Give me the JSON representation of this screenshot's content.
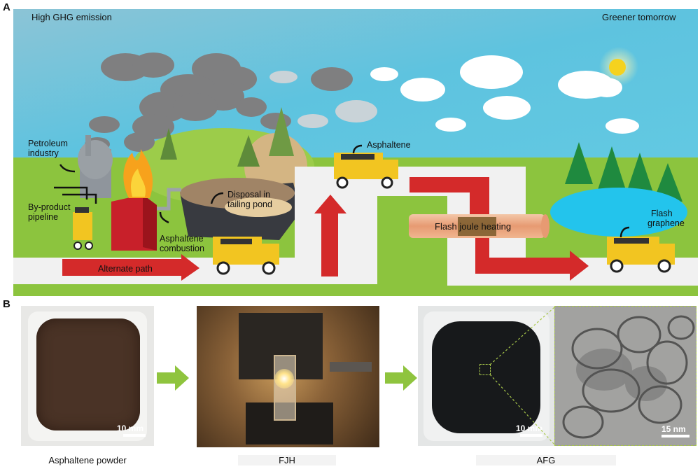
{
  "panel_a": {
    "letter": "A",
    "left_title": "High GHG emission",
    "right_title": "Greener tomorrow",
    "labels": {
      "petroleum_1": "Petroleum",
      "petroleum_2": "industry",
      "byproduct_1": "By-product",
      "byproduct_2": "pipeline",
      "disposal_1": "Disposal in",
      "disposal_2": "tailing pond",
      "combustion_1": "Asphaltene",
      "combustion_2": "combustion",
      "alternate": "Alternate path",
      "asphaltene_truck": "Asphaltene",
      "fjh": "Flash joule heating",
      "flash_1": "Flash",
      "flash_2": "graphene"
    }
  },
  "panel_b": {
    "letter": "B",
    "captions": {
      "powder": "Asphaltene powder",
      "fjh": "FJH",
      "afg": "AFG"
    },
    "scalebars": {
      "powder": "10 mm",
      "afg": "10 mm",
      "tem": "15 nm"
    }
  },
  "colors": {
    "sky_top": "#5ec3df",
    "grass": "#8cc43e",
    "road": "#f1f1f1",
    "arrow": "#d42a2a",
    "truck": "#f2c521",
    "pond": "#23c4ec",
    "factory_red": "#c8202a",
    "transition_arrow": "#8fc43e"
  }
}
